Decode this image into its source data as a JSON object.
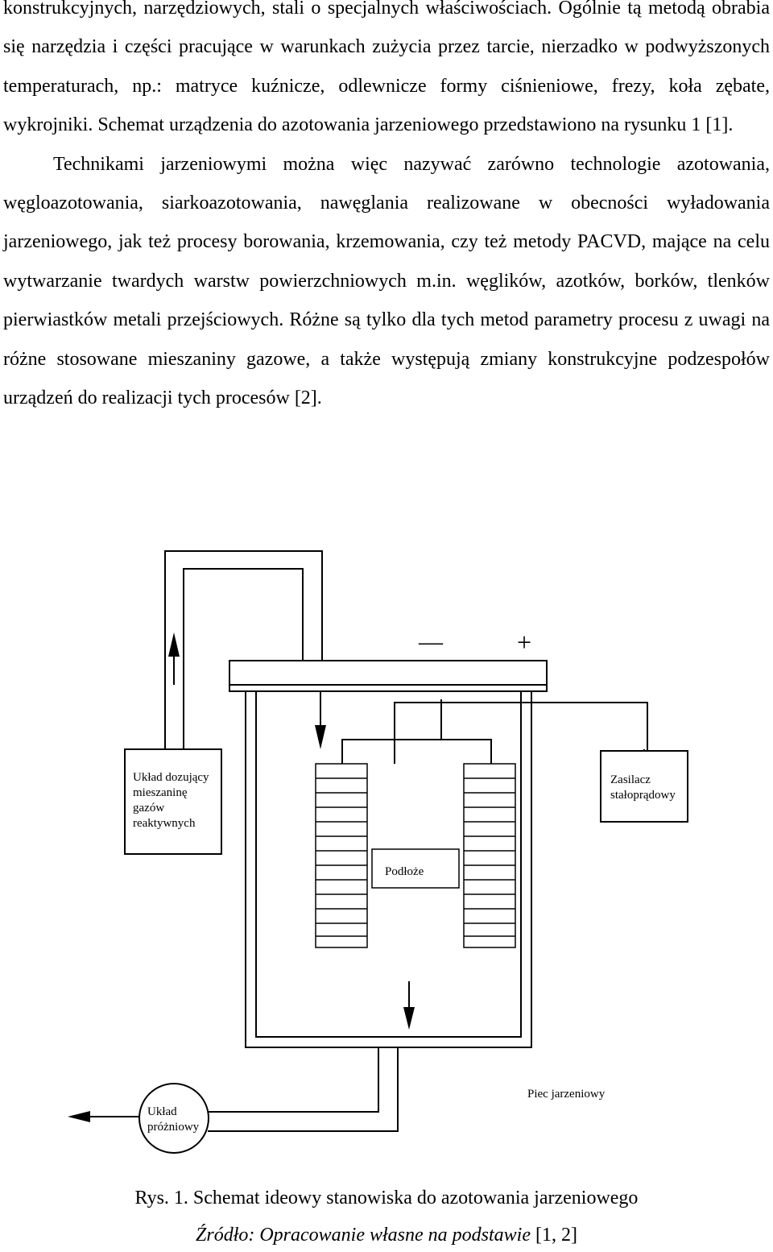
{
  "paragraphs": [
    "konstrukcyjnych, narzędziowych, stali o specjalnych właściwościach. Ogólnie tą metodą obrabia się narzędzia i części pracujące w warunkach zużycia przez tarcie, nierzadko w podwyższonych temperaturach, np.: matryce kuźnicze, odlewnicze formy ciśnieniowe, frezy, koła zębate, wykrojniki. Schemat urządzenia do azotowania jarzeniowego przedstawiono na rysunku 1 [1].",
    "Technikami jarzeniowymi można więc nazywać zarówno technologie azotowania, węgloazotowania, siarkoazotowania, nawęglania realizowane w obecności wyładowania jarzeniowego, jak też procesy borowania, krzemowania, czy też metody PACVD, mające na celu wytwarzanie twardych warstw powierzchniowych m.in. węglików, azotków, borków, tlenków pierwiastków metali przejściowych. Różne są tylko dla tych metod parametry procesu z uwagi na różne stosowane mieszaniny gazowe, a także występują zmiany konstrukcyjne podzespołów urządzeń do realizacji tych procesów [2]."
  ],
  "diagram": {
    "dosing_box": [
      "Układ dozujący",
      "mieszaninę",
      "gazów",
      "reaktywnych"
    ],
    "power_box": [
      "Zasilacz",
      "stałoprądowy"
    ],
    "minus_label": "—",
    "plus_label": "+",
    "substrate_label": "Podłoże",
    "vacuum_box": [
      "Układ",
      "próżniowy"
    ],
    "furnace_label": "Piec jarzeniowy"
  },
  "caption": {
    "figure": "Rys. 1. Schemat ideowy stanowiska do azotowania jarzeniowego",
    "source_italic": "Źródło: Opracowanie własne na podstawie",
    "source_refs": " [1, 2]"
  }
}
